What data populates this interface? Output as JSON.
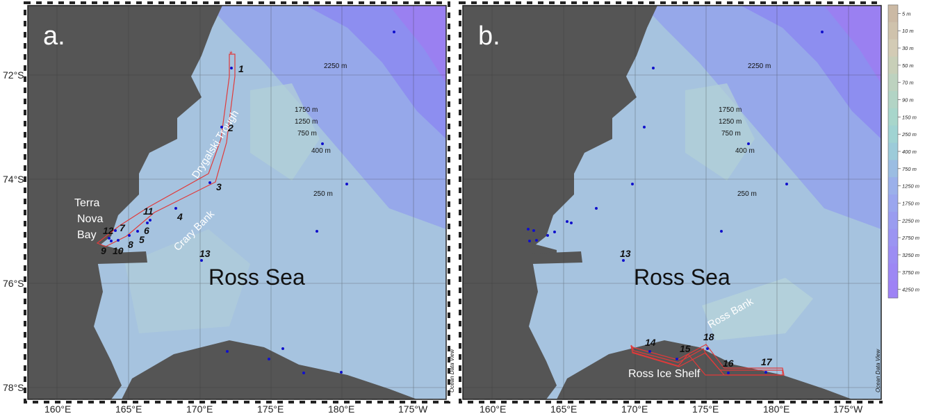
{
  "lat_labels": [
    "72°S",
    "74°S",
    "76°S",
    "78°S"
  ],
  "lon_labels": [
    "160°E",
    "165°E",
    "170°E",
    "175°E",
    "180°E",
    "175°W"
  ],
  "credit": "Ocean Data View",
  "colors": {
    "land": "#555555",
    "sea_shallow": "#b2cfd6",
    "sea_mid": "#9ab8e6",
    "sea_deep": "#8a92ee",
    "sea_deepest": "#9b7ff0",
    "track": "#e03a3a",
    "station": "#1010cc"
  },
  "legend": {
    "entries": [
      "5 m",
      "10 m",
      "30 m",
      "50 m",
      "70 m",
      "90 m",
      "150 m",
      "250 m",
      "400 m",
      "750 m",
      "1250 m",
      "1750 m",
      "2250 m",
      "2750 m",
      "3250 m",
      "3750 m",
      "4250 m"
    ],
    "colors": [
      "#cbb9a4",
      "#cfc2ac",
      "#d3cbb5",
      "#c8cfb8",
      "#bdd2bf",
      "#b2d4c5",
      "#a8d6cb",
      "#a0d3d2",
      "#9ccbd9",
      "#9bbde2",
      "#9bb0ea",
      "#9aa6ee",
      "#9a9cf0",
      "#9b94f2",
      "#9c8df3",
      "#9d87f4",
      "#9e82f5"
    ]
  },
  "panel_a": {
    "letter": "a.",
    "sea_label": "Ross Sea",
    "depth_labels": [
      "2250 m",
      "1750 m",
      "1250 m",
      "750 m",
      "400 m",
      "250 m"
    ],
    "features": {
      "trough": "Drygalski Trough",
      "bank": "Crary Bank",
      "bay_lines": [
        "Terra",
        "Nova",
        "Bay"
      ]
    },
    "station_numbers": [
      "1",
      "2",
      "3",
      "4",
      "5",
      "6",
      "7",
      "8",
      "9",
      "10",
      "11",
      "12",
      "13"
    ]
  },
  "panel_b": {
    "letter": "b.",
    "sea_label": "Ross Sea",
    "depth_labels": [
      "2250 m",
      "1750 m",
      "1250 m",
      "750 m",
      "400 m",
      "250 m"
    ],
    "features": {
      "bank": "Ross Bank",
      "shelf": "Ross Ice Shelf"
    },
    "station_numbers": [
      "13",
      "14",
      "15",
      "16",
      "17",
      "18"
    ]
  }
}
